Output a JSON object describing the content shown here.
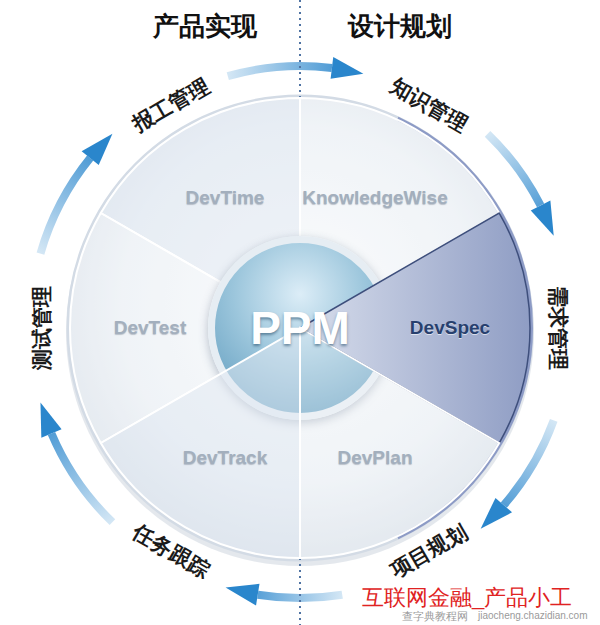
{
  "diagram": {
    "nodes": [
      {
        "text": [
          "DevTime"
        ]
      },
      {
        "text": [
          "KnowledgeWise"
        ]
      },
      {
        "text": [
          "DevTest"
        ]
      },
      {
        "text": [
          "PPM"
        ]
      },
      {
        "text": [
          "DevSpec"
        ]
      },
      {
        "text": [
          "DevTrack"
        ]
      },
      {
        "text": [
          "DevPlan"
        ]
      }
    ],
    "labels": [
      "产品实现",
      "设计规划",
      "知识管理",
      "需求管理",
      "项目规划",
      "任务跟踪",
      "测试管理",
      "报工管理",
      "互联网金融_产品小工",
      "查字典教程网",
      "jiaocheng.chazidian.com"
    ]
  }
}
